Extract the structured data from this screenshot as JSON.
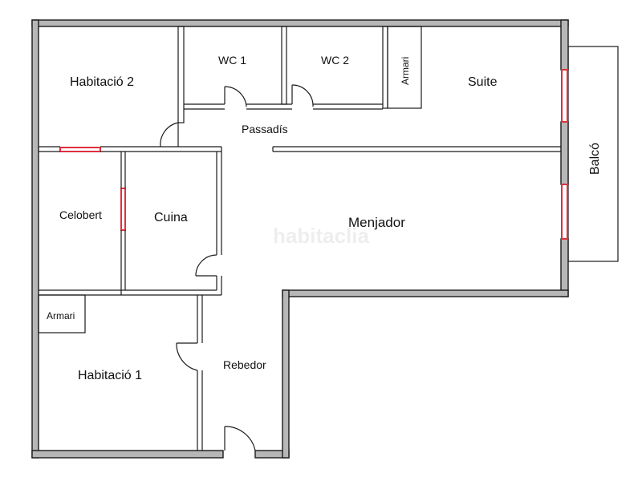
{
  "rooms": {
    "habitacio2": "Habitació 2",
    "wc1": "WC 1",
    "wc2": "WC 2",
    "armari_suite": "Armari",
    "suite": "Suite",
    "passadis": "Passadís",
    "balco": "Balcó",
    "celobert": "Celobert",
    "cuina": "Cuina",
    "menjador": "Menjador",
    "armari_hab1": "Armari",
    "habitacio1": "Habitació 1",
    "rebedor": "Rebedor"
  },
  "watermark": "habitaclia",
  "colors": {
    "wall_fill": "#b7b7b7",
    "wall_stroke": "#1a1a1a",
    "window": "#e0303c",
    "background": "#ffffff"
  }
}
